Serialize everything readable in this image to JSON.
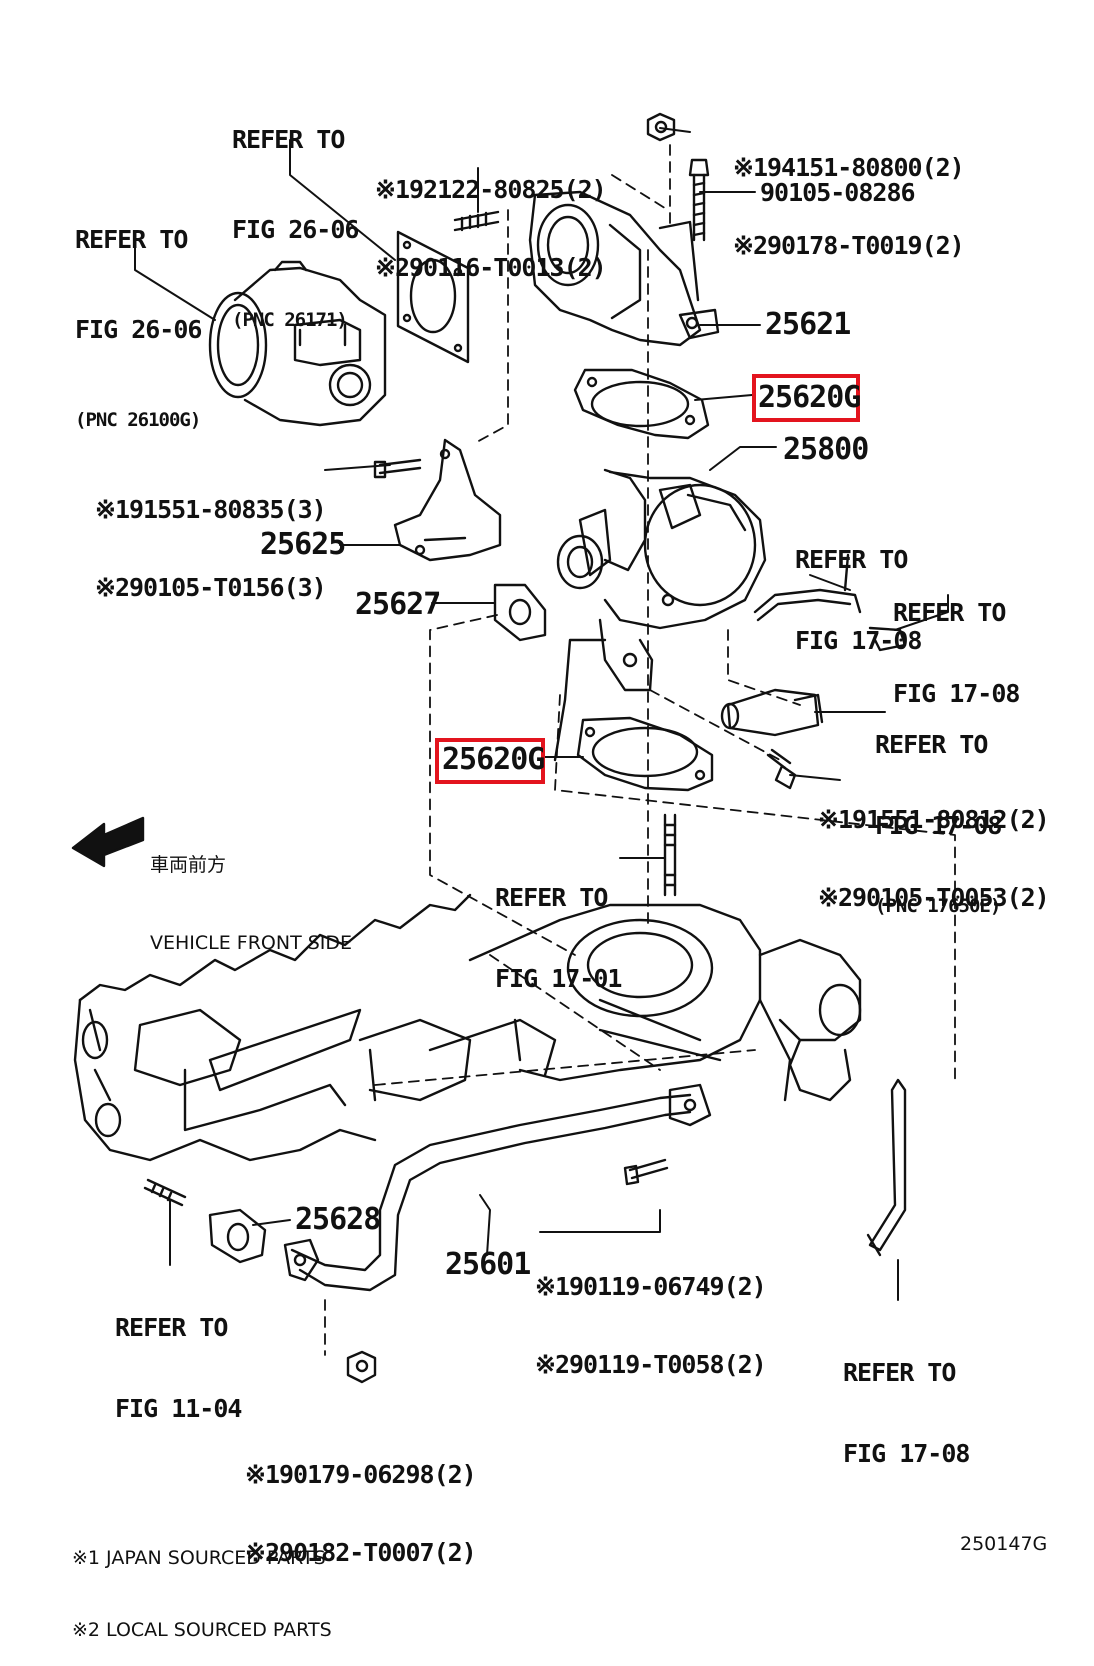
{
  "refs": {
    "fig2606_a": {
      "line1": "REFER TO",
      "line2": "FIG 26-06",
      "pnc": "(PNC 26171)"
    },
    "fig2606_b": {
      "line1": "REFER TO",
      "line2": "FIG 26-06",
      "pnc": "(PNC 26100G)"
    },
    "fig1708_a": {
      "line1": "REFER TO",
      "line2": "FIG 17-08"
    },
    "fig1708_b": {
      "line1": "REFER TO",
      "line2": "FIG 17-08"
    },
    "fig1708_c": {
      "line1": "REFER TO",
      "line2": "FIG 17-08",
      "pnc": "(PNC 17650E)"
    },
    "fig1701": {
      "line1": "REFER TO",
      "line2": "FIG 17-01"
    },
    "fig1104": {
      "line1": "REFER TO",
      "line2": "FIG 11-04"
    },
    "fig1708_d": {
      "line1": "REFER TO",
      "line2": "FIG 17-08"
    }
  },
  "parts": {
    "p25621": "25621",
    "p25620g_top": "25620G",
    "p25800": "25800",
    "p25625": "25625",
    "p25627": "25627",
    "p25620g_bottom": "25620G",
    "p25628": "25628",
    "p25601": "25601",
    "p90105_08286": "90105-08286"
  },
  "fasteners": {
    "stud_top": [
      "※192122-80825(2)",
      "※290116-T0013(2)"
    ],
    "nut_top": [
      "※194151-80800(2)",
      "※290178-T0019(2)"
    ],
    "bolt_bracket": [
      "※191551-80835(3)",
      "※290105-T0156(3)"
    ],
    "bolt_egr": [
      "※191551-80812(2)",
      "※290105-T0053(2)"
    ],
    "bolt_pipe": [
      "※190119-06749(2)",
      "※290119-T0058(2)"
    ],
    "nut_pipe": [
      "※190179-06298(2)",
      "※290182-T0007(2)"
    ]
  },
  "direction": {
    "jp": "車両前方",
    "en": "VEHICLE FRONT SIDE"
  },
  "footnotes": {
    "note1": "※1 JAPAN SOURCED PARTS",
    "note2": "※2 LOCAL SOURCED PARTS"
  },
  "figure_id": "250147G",
  "highlight_color": "#e3141e"
}
